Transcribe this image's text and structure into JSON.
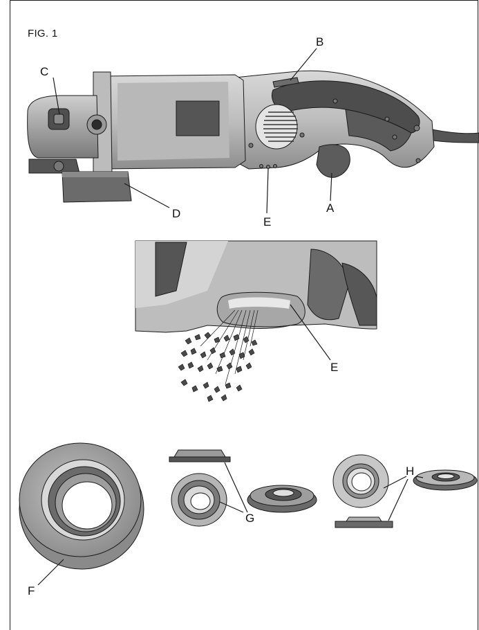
{
  "figure": {
    "title": "FIG. 1"
  },
  "labels": {
    "a": "A",
    "b": "B",
    "c": "C",
    "d": "D",
    "e_main": "E",
    "e_detail": "E",
    "f": "F",
    "g": "G",
    "h": "H"
  },
  "colors": {
    "body_light": "#c9c9c9",
    "body_mid": "#a9a9a9",
    "body_dark": "#6e6e6e",
    "grip_dark": "#4a4a4a",
    "line": "#1a1a1a"
  }
}
